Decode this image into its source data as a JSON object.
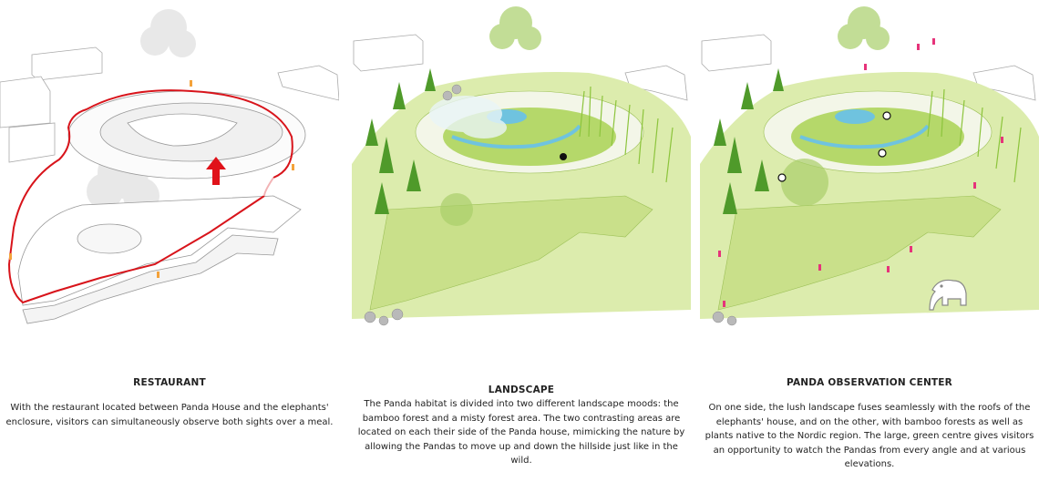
{
  "panels": [
    {
      "title": "RESTAURANT",
      "body": "With the restaurant located between Panda House and the elephants' enclosure, visitors can simultaneously observe both sights over a meal."
    },
    {
      "title": "LANDSCAPE",
      "body": "The Panda habitat is divided into two different landscape moods: the bamboo forest and a misty forest area. The two contrasting areas are located on each their side of the Panda house, mimicking the nature by allowing the Pandas to move up and down the hillside just like in the wild."
    },
    {
      "title": "PANDA OBSERVATION CENTER",
      "body": "On one side, the lush landscape fuses seamlessly with the roofs of the elephants' house, and on the other, with bamboo forests as well as plants native to the Nordic region. The large, green centre gives visitors an opportunity to watch the Pandas from every angle and at various elevations."
    }
  ],
  "colors": {
    "route": "#d8141b",
    "arrow": "#e0121a",
    "grass": "#c9e08a",
    "bamboo": "#8cc43c",
    "water": "#6fc3df",
    "people_orange": "#f4a23a",
    "people_pink": "#e6337a"
  },
  "icons": [
    "route-arrow-icon",
    "elephant-icon",
    "panda-icon"
  ]
}
